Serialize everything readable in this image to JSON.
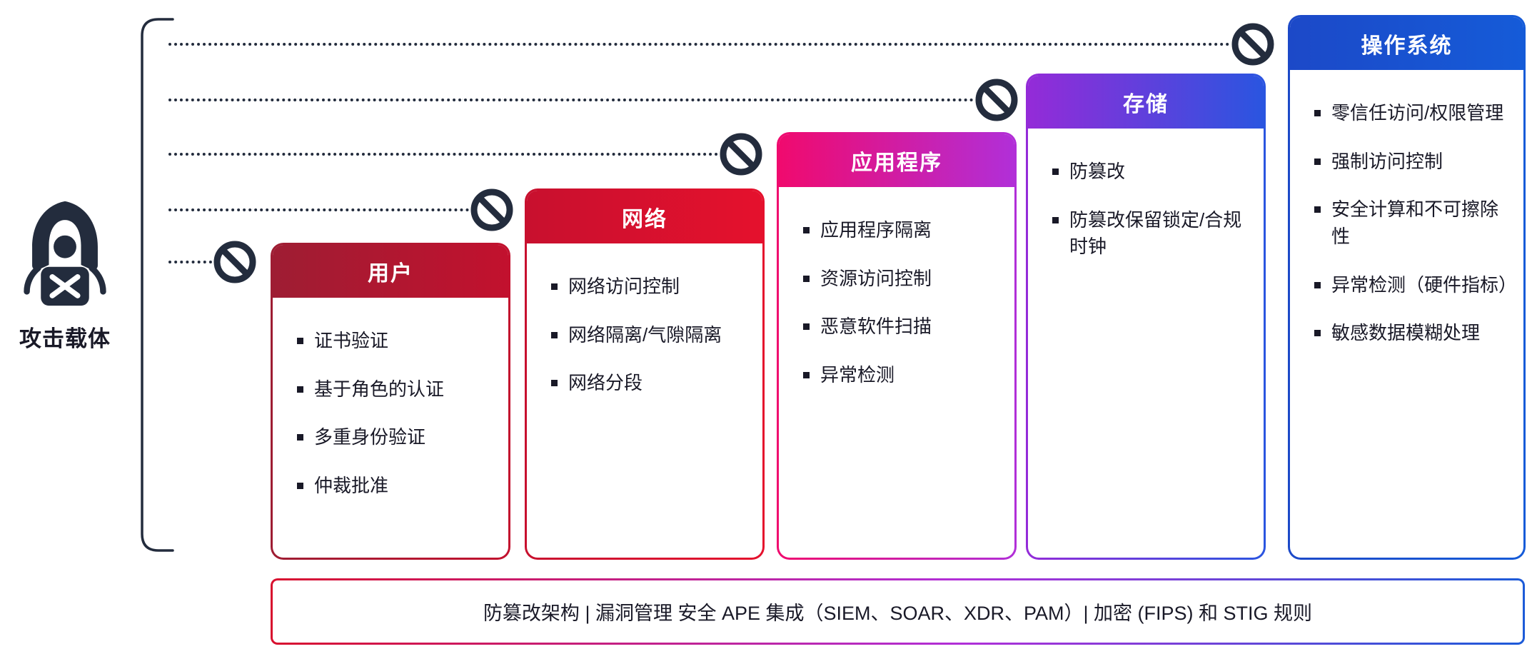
{
  "attacker": {
    "label": "攻击载体"
  },
  "columns": [
    {
      "id": "user",
      "title": "用户",
      "header_from": "#9e1d33",
      "header_to": "#c2112e",
      "items": [
        "证书验证",
        "基于角色的认证",
        "多重身份验证",
        "仲裁批准"
      ]
    },
    {
      "id": "network",
      "title": "网络",
      "header_from": "#c8102e",
      "header_to": "#e5112d",
      "items": [
        "网络访问控制",
        "网络隔离/气隙隔离",
        "网络分段"
      ]
    },
    {
      "id": "application",
      "title": "应用程序",
      "header_from": "#f00a6e",
      "header_to": "#b12fd8",
      "items": [
        "应用程序隔离",
        "资源访问控制",
        "恶意软件扫描",
        "异常检测"
      ]
    },
    {
      "id": "storage",
      "title": "存储",
      "header_from": "#942bd8",
      "header_to": "#2a55e0",
      "items": [
        "防篡改",
        "防篡改保留锁定/合规时钟"
      ]
    },
    {
      "id": "os",
      "title": "操作系统",
      "header_from": "#1c49c8",
      "header_to": "#155bd8",
      "items": [
        "零信任访问/权限管理",
        "强制访问控制",
        "安全计算和不可擦除性",
        "异常检测（硬件指标）",
        "敏感数据模糊处理"
      ]
    }
  ],
  "footer": {
    "text": "防篡改架构 | 漏洞管理 安全 APE 集成（SIEM、SOAR、XDR、PAM）| 加密 (FIPS) 和 STIG 规则",
    "gradient_from": "#d8102e",
    "gradient_mid": "#b12fd8",
    "gradient_to": "#1c5bd8"
  },
  "colors": {
    "ink": "#191927",
    "icon_dark": "#232c3d"
  }
}
